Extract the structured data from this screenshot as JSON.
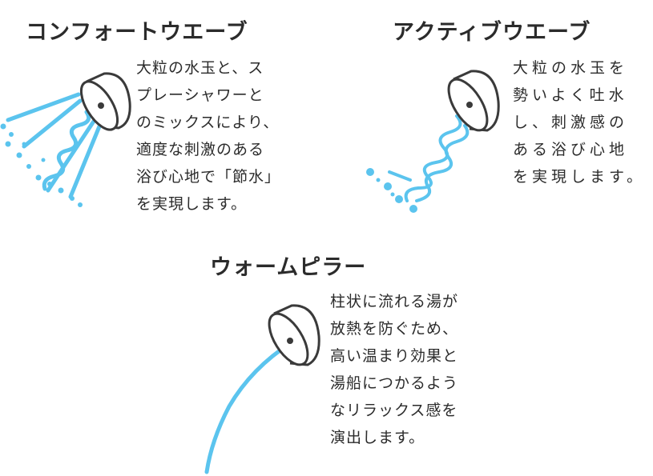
{
  "sections": [
    {
      "title": "コンフォートウエーブ",
      "lines": [
        "大粒の水玉と、ス",
        "プレーシャワーと",
        "のミックスにより、",
        "適度な刺激のある",
        "浴び心地で「節水」",
        "を実現します。"
      ]
    },
    {
      "title": "アクティブウエーブ",
      "lines": [
        "大粒の水玉を",
        "勢いよく吐水",
        "し、刺激感の",
        "ある浴び心地",
        "を実現します。"
      ]
    },
    {
      "title": "ウォームピラー",
      "lines": [
        "柱状に流れる湯が",
        "放熱を防ぐため、",
        "高い温まり効果と",
        "湯船につかるよう",
        "なリラックス感を",
        "演出します。"
      ]
    }
  ],
  "colors": {
    "water": "#5bc4ee",
    "line": "#3a3a3a",
    "text": "#2b2b2b"
  },
  "icons": [
    "shower-head-icon",
    "water-spray-icon",
    "water-wave-icon",
    "water-pillar-icon"
  ]
}
